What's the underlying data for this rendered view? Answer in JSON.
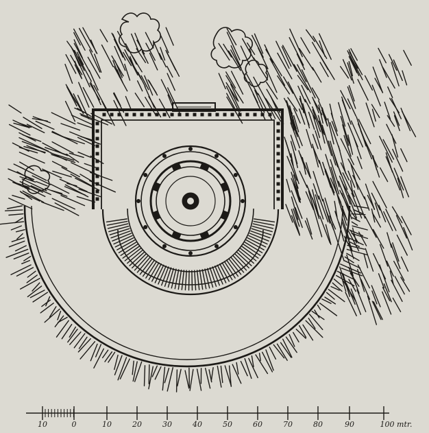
{
  "scale_bar": {
    "labels": [
      "10",
      "0",
      "10",
      "20",
      "30",
      "40",
      "50",
      "60",
      "70",
      "80",
      "90",
      "100 mtr."
    ]
  },
  "colors": {
    "paper": "#dcdad2",
    "ink": "#1c1a17"
  }
}
